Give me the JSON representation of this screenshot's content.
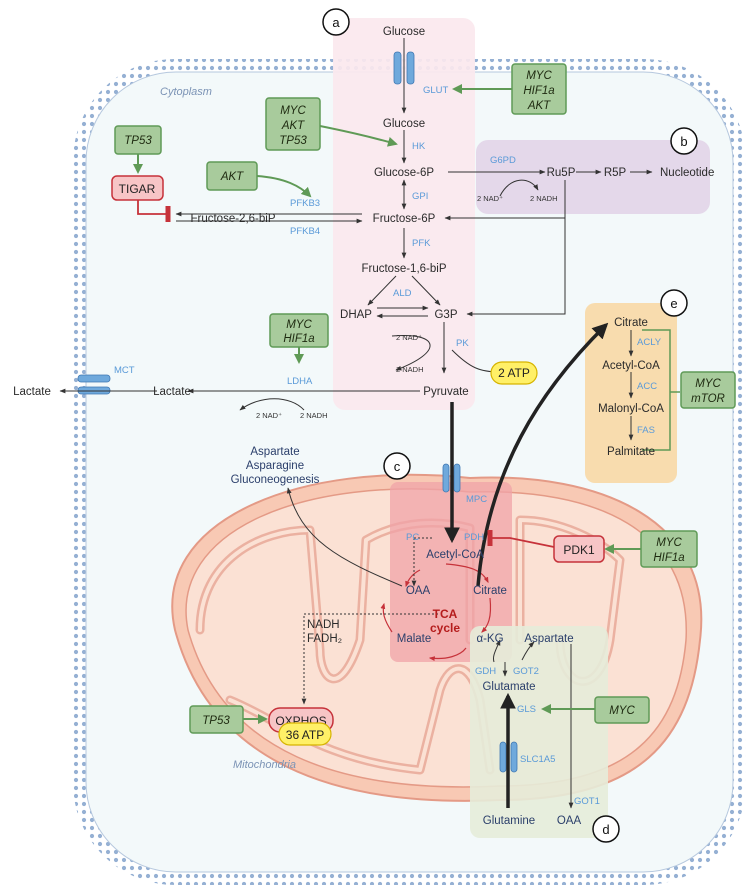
{
  "compartments": {
    "cytoplasm": "Cytoplasm",
    "mitochondria": "Mitochondria"
  },
  "panel_letters": [
    "a",
    "b",
    "c",
    "d",
    "e"
  ],
  "metabolites": {
    "glucose_out": "Glucose",
    "glucose_in": "Glucose",
    "glucose_6p": "Glucose-6P",
    "fructose_6p": "Fructose-6P",
    "fructose_26bip": "Fructose-2,6-biP",
    "fructose_16bip": "Fructose-1,6-biP",
    "dhap": "DHAP",
    "g3p": "G3P",
    "pyruvate": "Pyruvate",
    "lactate_in": "Lactate",
    "lactate_out": "Lactate",
    "ru5p": "Ru5P",
    "r5p": "R5P",
    "nucleotide": "Nucleotide",
    "citrate_cyto": "Citrate",
    "acetyl_coa_cyto": "Acetyl-CoA",
    "malonyl_coa": "Malonyl-CoA",
    "palmitate": "Palmitate",
    "aspartate_out": "Aspartate",
    "asparagine": "Asparagine",
    "gluconeogenesis": "Gluconeogenesis",
    "acetyl_coa_mito": "Acetyl-CoA",
    "oaa": "OAA",
    "citrate_mito": "Citrate",
    "akg": "α-KG",
    "malate": "Malate",
    "aspartate_mito": "Aspartate",
    "glutamate": "Glutamate",
    "glutamine": "Glutamine",
    "oaa_d": "OAA",
    "nadh": "NADH",
    "fadh2": "FADH₂"
  },
  "tca_cycle": [
    "TCA",
    "cycle"
  ],
  "enzymes": {
    "glut": "GLUT",
    "hk": "HK",
    "gpi": "GPI",
    "g6pd": "G6PD",
    "pfkb3": "PFKB3",
    "pfkb4": "PFKB4",
    "pfk": "PFK",
    "ald": "ALD",
    "pk": "PK",
    "ldha": "LDHA",
    "mct": "MCT",
    "mpc": "MPC",
    "pc": "PC",
    "pdh": "PDH",
    "acly": "ACLY",
    "acc": "ACC",
    "fas": "FAS",
    "gdh": "GDH",
    "got2": "GOT2",
    "gls": "GLS",
    "slc1a5": "SLC1A5",
    "got1": "GOT1"
  },
  "cofactors": {
    "ppp_nad": "2 NAD⁺",
    "ppp_nadh": "2 NADH",
    "pk_nad": "2 NAD⁺",
    "pk_nadh": "2 NADH",
    "ldha_nad": "2 NAD⁺",
    "ldha_nadh": "2 NADH"
  },
  "badges": {
    "tigar": "TIGAR",
    "pdk1": "PDK1",
    "oxphos": "OXPHOS",
    "atp_2": "2 ATP",
    "atp_36": "36 ATP"
  },
  "regulators": {
    "glut_reg": [
      "MYC",
      "HIF1a",
      "AKT"
    ],
    "hk_reg": [
      "MYC",
      "AKT",
      "TP53"
    ],
    "tp53_tigar": [
      "TP53"
    ],
    "akt_pfkb3": [
      "AKT"
    ],
    "ldha_reg": [
      "MYC",
      "HIF1a"
    ],
    "lipid_reg": [
      "MYC",
      "mTOR"
    ],
    "pdk1_reg": [
      "MYC",
      "HIF1a"
    ],
    "tp53_oxphos": [
      "TP53"
    ],
    "gls_reg": [
      "MYC"
    ]
  },
  "colors": {
    "glycolysis_panel": "#fbe8ee",
    "ppp_panel": "#e4d8ea",
    "lipid_panel": "#f8dcae",
    "glutamine_panel": "#e5ecd9",
    "tca_panel": "#f0a3a8",
    "regulator_fill": "#a8cb9c",
    "regulator_border": "#5f9a56",
    "inhibitor": "#c6323a",
    "atp_fill": "#fff067",
    "membrane": "#8aa7cc"
  }
}
